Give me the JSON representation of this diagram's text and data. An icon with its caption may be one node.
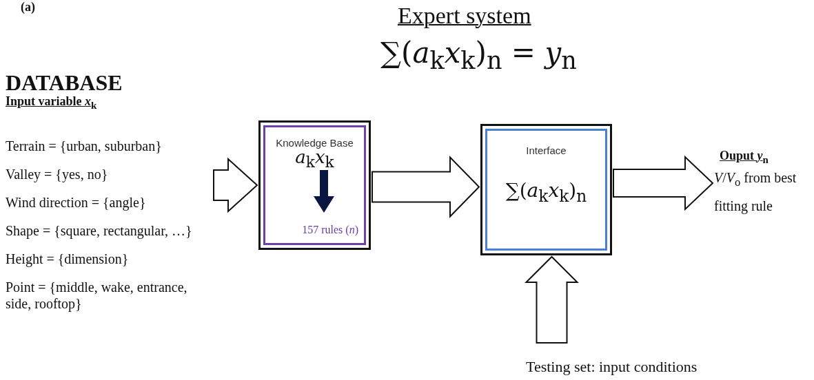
{
  "diagram": {
    "title": "Expert system",
    "nodes": [
      {
        "text": [
          "DATABASE",
          "Input variable *x*$_{k}$",
          "Terrain = {urban, suburban}",
          "Valley = {yes, no}",
          "Wind direction = {angle}",
          "Shape = {square, rectangular, …}",
          "Height = {dimension}",
          "Point = {middle, wake, entrance, side, rooftop}"
        ]
      },
      {
        "text": [
          "Knowledge Base",
          "*a*$_{k}$*x*$_{k}$",
          "157 rules (*n*)"
        ]
      },
      {
        "text": [
          "Interface",
          "∑(*a*$_{k}$*x*$_{k}$)$_{n}$"
        ]
      },
      {
        "text": [
          "Ouput *y*$_{n}$",
          "*V*/*V*$_{o}$ from best fitting rule"
        ]
      },
      {
        "text": [
          "Testing set: input conditions"
        ]
      }
    ],
    "edges": [
      {
        "from": 0,
        "to": 1,
        "arrow": "to"
      },
      {
        "from": 1,
        "to": 2,
        "arrow": "to"
      },
      {
        "from": 2,
        "to": 3,
        "arrow": "to"
      },
      {
        "from": 4,
        "to": 2,
        "arrow": "to"
      }
    ],
    "labels": [
      "(a)",
      "∑(*a*$_{k}$*x*$_{k}$)$_{n}$ = *y*$_{n}$"
    ]
  }
}
